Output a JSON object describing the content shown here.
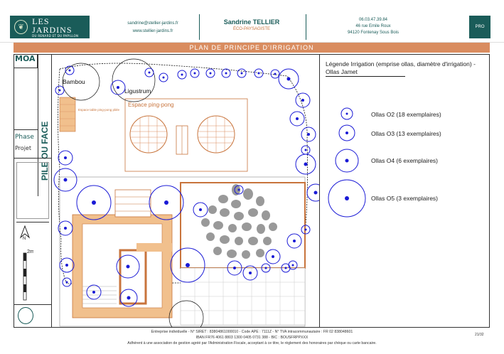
{
  "header": {
    "logo_name": "LES JARDINS",
    "logo_sub": "DU RENARD ET DU PAPILLON",
    "email": "sandrine@stellier-jardins.fr",
    "website": "www.stellier-jardins.fr",
    "person_name": "Sandrine TELLIER",
    "person_role": "ÉCO-PAYSAGISTE",
    "phone": "06.03.47.39.84",
    "address_line1": "46 rue Emile Roux",
    "address_line2": "94120 Fontenay Sous Bois",
    "badge": "PRO"
  },
  "banner": {
    "title": "PLAN DE PRINCIPE D'IRRIGATION"
  },
  "cartouche": {
    "moa": "MOA",
    "client": "PILE OU FACE",
    "phase_label": "Phase",
    "phase_value": "Projet"
  },
  "plan": {
    "label_bambou": "Bambou",
    "label_ligustrum": "Ligustrum",
    "label_ping_pong": "Espace ping-pong",
    "label_table": "Espace table ping-pong pliée"
  },
  "legend": {
    "title": "Légende Irrigation (emprise ollas, diamètre d'irrigation) - Ollas Jamet",
    "items": [
      {
        "label": "Ollas O2 (18 exemplaires)"
      },
      {
        "label": "Ollas O3 (13 exemplaires)"
      },
      {
        "label": "Ollas O4 (6 exemplaires)"
      },
      {
        "label": "Ollas O5 (3 exemplaires)"
      }
    ]
  },
  "footer": {
    "line1": "Entreprise individuelle - N° SIRET : 83804861000010 - Code APE : 7111Z - N° TVA intracommunautaire : FR 02 838048601",
    "line2": "IBAN FR76 4061 8803 1300 0405 0731 388 - BIC : BOUSFRPPXXX",
    "line3": "Adhérent à une association de gestion agréé par l'Administration Fiscale, acceptant à ce titre, le règlement des honoraires par chèque ou carte bancaire.",
    "page": "21/32"
  },
  "colors": {
    "brand": "#1a5c59",
    "accent": "#d98c5f",
    "ollas": "#1a1ad6"
  }
}
